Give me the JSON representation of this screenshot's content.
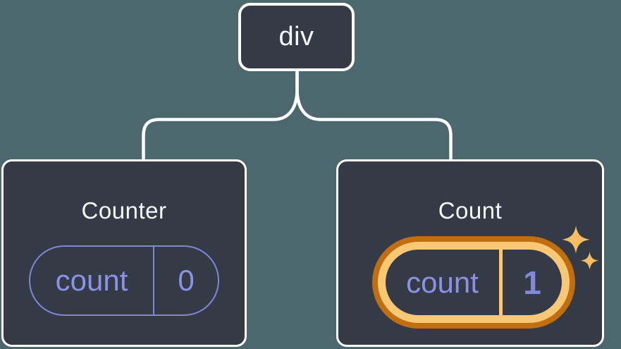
{
  "diagram": {
    "description": "Component tree diagram: a div root element with two child components holding state",
    "colors": {
      "background": "#4C676E",
      "node_fill": "#343A46",
      "node_border": "#FFFFFF",
      "connector": "#FFFFFF",
      "title_text": "#F6F7F9",
      "state_purple": "#8A92E6",
      "highlight_orange_dark": "#C06E10",
      "highlight_orange_light": "#F9C876",
      "sparkle": "#F7BD62"
    },
    "root": {
      "label": "div"
    },
    "children": [
      {
        "title": "Counter",
        "state_key": "count",
        "state_value": "0",
        "highlighted": false
      },
      {
        "title": "Count",
        "state_key": "count",
        "state_value": "1",
        "highlighted": true
      }
    ]
  }
}
